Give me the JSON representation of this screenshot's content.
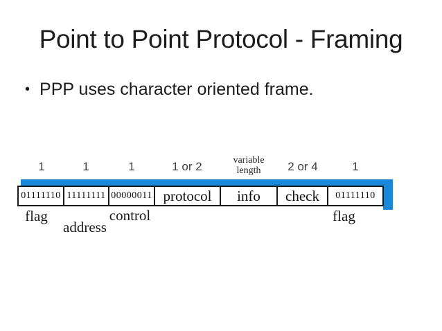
{
  "slide": {
    "title": "Point to Point Protocol - Framing",
    "bullet_glyph": "•",
    "bullet_text": "PPP uses character oriented frame."
  },
  "diagram": {
    "accent_color": "#1a87d9",
    "border_color": "#1a1a1a",
    "size_labels": [
      "1",
      "1",
      "1",
      "1 or 2",
      "variable length",
      "2 or 4",
      "1"
    ],
    "cells": [
      "01111110",
      "11111111",
      "00000011",
      "protocol",
      "info",
      "check",
      "01111110"
    ],
    "field_labels": {
      "flag_left": "flag",
      "address": "address",
      "control": "control",
      "flag_right": "flag"
    }
  }
}
